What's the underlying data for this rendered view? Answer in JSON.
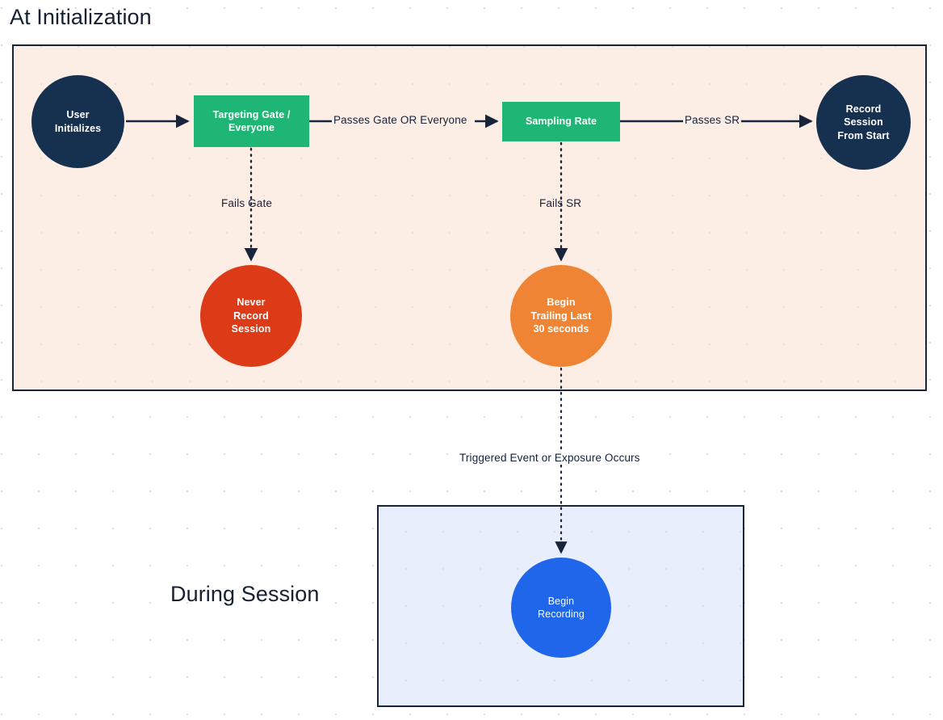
{
  "sections": [
    {
      "key": "at_initialization",
      "title": "At Initialization",
      "background_color": "#fdeee5",
      "border_color": "#17243c"
    },
    {
      "key": "during_session",
      "title": "During Session",
      "background_color": "#e8eefc",
      "border_color": "#17243c"
    }
  ],
  "nodes": {
    "user_initializes": {
      "label": "User\nInitializes",
      "shape": "circle",
      "color": "#16304f"
    },
    "targeting_gate": {
      "label": "Targeting Gate /\nEveryone",
      "shape": "rect",
      "color": "#1fb574"
    },
    "sampling_rate": {
      "label": "Sampling Rate",
      "shape": "rect",
      "color": "#1fb574"
    },
    "record_session_from_start": {
      "label": "Record\nSession\nFrom Start",
      "shape": "circle",
      "color": "#16304f"
    },
    "never_record_session": {
      "label": "Never\nRecord\nSession",
      "shape": "circle",
      "color": "#dd3b17"
    },
    "begin_trailing": {
      "label": "Begin\nTrailing Last\n30 seconds",
      "shape": "circle",
      "color": "#ef8534"
    },
    "begin_recording": {
      "label": "Begin\nRecording",
      "shape": "circle",
      "color": "#1f66ea"
    }
  },
  "edges": [
    {
      "from": "user_initializes",
      "to": "targeting_gate",
      "label": "",
      "style": "solid"
    },
    {
      "from": "targeting_gate",
      "to": "sampling_rate",
      "label": "Passes Gate OR Everyone",
      "style": "solid"
    },
    {
      "from": "sampling_rate",
      "to": "record_session_from_start",
      "label": "Passes SR",
      "style": "solid"
    },
    {
      "from": "targeting_gate",
      "to": "never_record_session",
      "label": "Fails Gate",
      "style": "dotted"
    },
    {
      "from": "sampling_rate",
      "to": "begin_trailing",
      "label": "Fails SR",
      "style": "dotted"
    },
    {
      "from": "begin_trailing",
      "to": "begin_recording",
      "label": "Triggered Event or Exposure Occurs",
      "style": "dotted"
    }
  ],
  "edge_labels": {
    "passes_gate": "Passes Gate OR Everyone",
    "passes_sr": "Passes SR",
    "fails_gate": "Fails Gate",
    "fails_sr": "Fails SR",
    "triggered": "Triggered Event or Exposure Occurs"
  },
  "colors": {
    "navy": "#16304f",
    "green": "#1fb574",
    "red": "#dd3b17",
    "orange": "#ef8534",
    "blue": "#1f66ea",
    "peach_bg": "#fdeee5",
    "blue_bg": "#e8eefc",
    "stroke": "#17243c"
  }
}
